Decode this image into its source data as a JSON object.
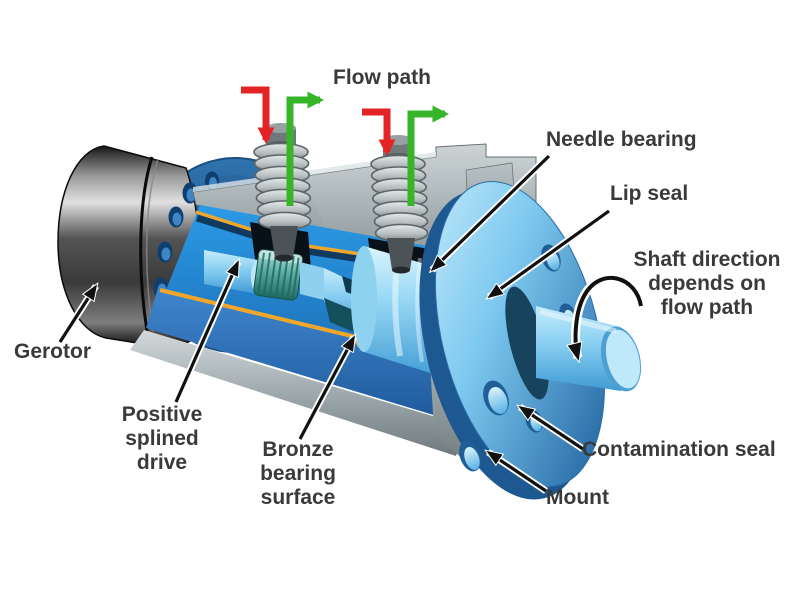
{
  "diagram": {
    "labels": {
      "flow_path": "Flow path",
      "needle_bearing": "Needle bearing",
      "lip_seal": "Lip seal",
      "shaft_direction_lines": [
        "Shaft direction",
        "depends on",
        "flow path"
      ],
      "gerotor": "Gerotor",
      "positive_splined_drive_lines": [
        "Positive",
        "splined",
        "drive"
      ],
      "bronze_bearing_surface_lines": [
        "Bronze",
        "bearing",
        "surface"
      ],
      "contamination_seal": "Contamination seal",
      "mount": "Mount"
    },
    "colors": {
      "background": "#ffffff",
      "label_text": "#3a3a3a",
      "flow_in_arrow_red": "#e42325",
      "flow_out_arrow_green": "#37b529",
      "leader_arrow_black": "#111111",
      "bronze_bearing_orange": "#f2a72b",
      "housing_gray": "#9aa4a8",
      "interior_blue": "#2191dc",
      "shaft_light_blue": "#9fdcf6",
      "mount_flange_blue": "#7cc8ef",
      "spline_teal": "#5aaaa4",
      "gerotor_body_dark": "#1d1f20"
    }
  }
}
